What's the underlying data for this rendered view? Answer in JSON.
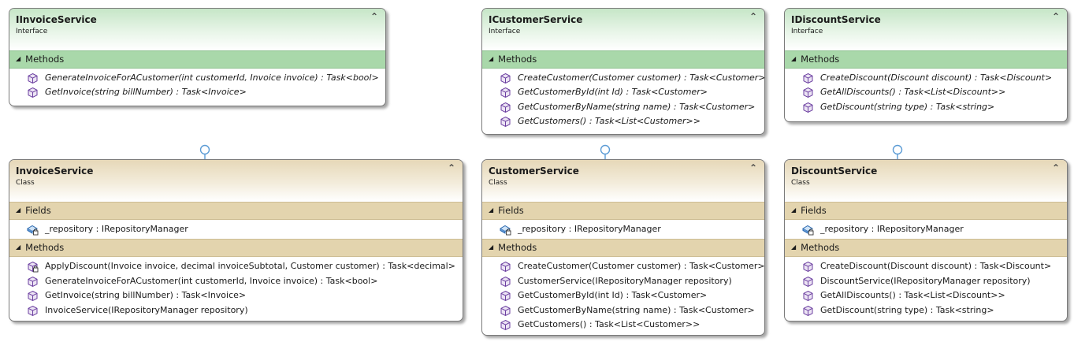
{
  "interfaces": [
    {
      "name": "IInvoiceService",
      "kind": "Interface",
      "methods_label": "Methods",
      "methods": [
        "GenerateInvoiceForACustomer(int customerId, Invoice invoice) : Task<bool>",
        "GetInvoice(string billNumber) : Task<Invoice>"
      ]
    },
    {
      "name": "ICustomerService",
      "kind": "Interface",
      "methods_label": "Methods",
      "methods": [
        "CreateCustomer(Customer customer) : Task<Customer>",
        "GetCustomerById(int Id) : Task<Customer>",
        "GetCustomerByName(string name) : Task<Customer>",
        "GetCustomers() : Task<List<Customer>>"
      ]
    },
    {
      "name": "IDiscountService",
      "kind": "Interface",
      "methods_label": "Methods",
      "methods": [
        "CreateDiscount(Discount discount) : Task<Discount>",
        "GetAllDiscounts() : Task<List<Discount>>",
        "GetDiscount(string type) : Task<string>"
      ]
    }
  ],
  "classes": [
    {
      "name": "InvoiceService",
      "kind": "Class",
      "fields_label": "Fields",
      "fields": [
        "_repository : IRepositoryManager"
      ],
      "methods_label": "Methods",
      "methods": [
        "ApplyDiscount(Invoice invoice, decimal invoiceSubtotal, Customer customer) : Task<decimal>",
        "GenerateInvoiceForACustomer(int customerId, Invoice invoice) : Task<bool>",
        "GetInvoice(string billNumber) : Task<Invoice>",
        "InvoiceService(IRepositoryManager repository)"
      ]
    },
    {
      "name": "CustomerService",
      "kind": "Class",
      "fields_label": "Fields",
      "fields": [
        "_repository : IRepositoryManager"
      ],
      "methods_label": "Methods",
      "methods": [
        "CreateCustomer(Customer customer) : Task<Customer>",
        "CustomerService(IRepositoryManager repository)",
        "GetCustomerById(int Id) : Task<Customer>",
        "GetCustomerByName(string name) : Task<Customer>",
        "GetCustomers() : Task<List<Customer>>"
      ]
    },
    {
      "name": "DiscountService",
      "kind": "Class",
      "fields_label": "Fields",
      "fields": [
        "_repository : IRepositoryManager"
      ],
      "methods_label": "Methods",
      "methods": [
        "CreateDiscount(Discount discount) : Task<Discount>",
        "DiscountService(IRepositoryManager repository)",
        "GetAllDiscounts() : Task<List<Discount>>",
        "GetDiscount(string type) : Task<string>"
      ]
    }
  ],
  "icons": {
    "collapse": "double-chevron-up-icon",
    "method": "method-cube-icon",
    "private_method": "private-method-icon",
    "field": "private-field-icon"
  },
  "colors": {
    "interface_header": "#c6e6c7",
    "interface_section": "#a9d8aa",
    "class_header": "#e6d8b8",
    "class_section": "#e3d4ae",
    "connector": "#5b9bd5"
  }
}
